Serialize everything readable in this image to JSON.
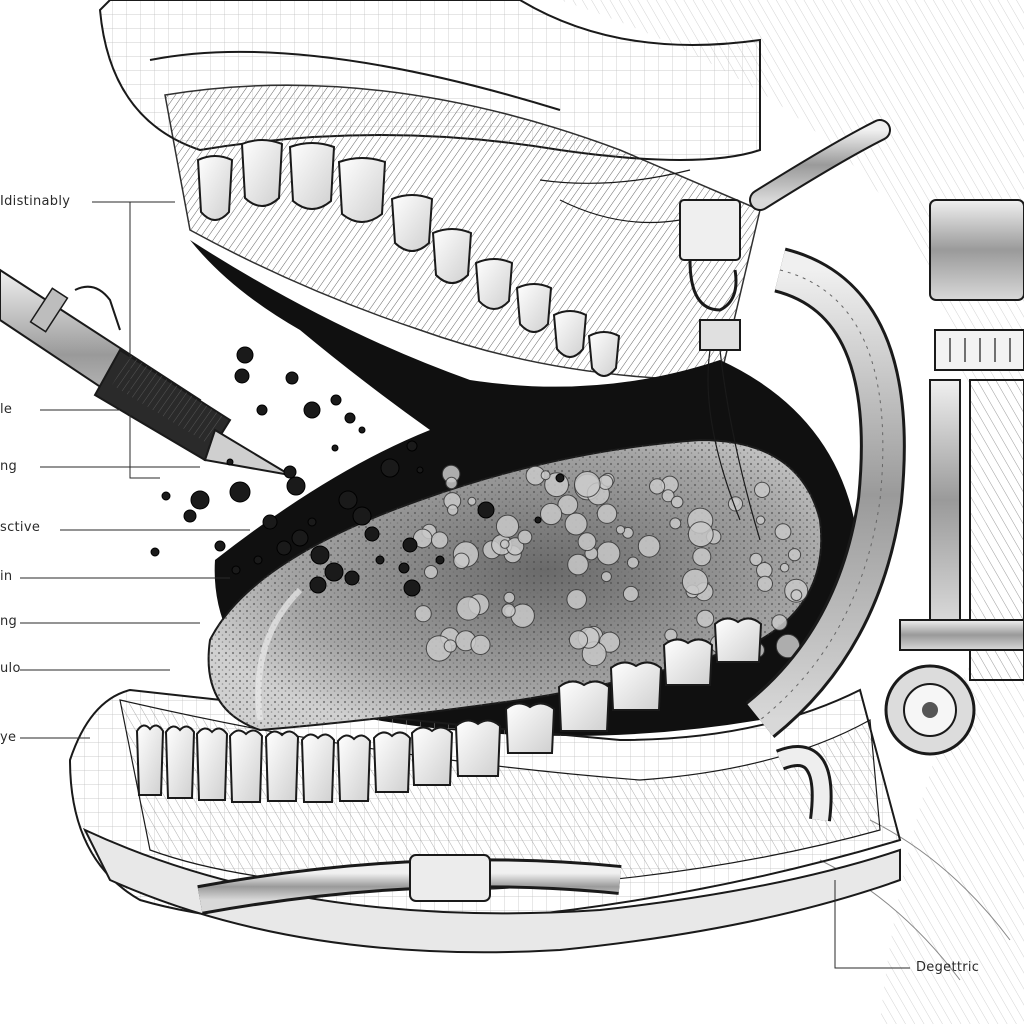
{
  "labels": [
    {
      "text": "Idistinably"
    },
    {
      "text": "le"
    },
    {
      "text": "ng"
    },
    {
      "text": "sctive"
    },
    {
      "text": "in"
    },
    {
      "text": "ng"
    },
    {
      "text": "ulo"
    },
    {
      "text": "ye"
    },
    {
      "text": "Degettric"
    }
  ],
  "colors": {
    "ink": "#1a1a1a",
    "tooth": "#f4f4f2",
    "tongue": "#8c8c8c",
    "cavity": "#0e0e0e",
    "gum": "#d9d9d6",
    "paper": "#ffffff"
  },
  "icons": [
    "probe-instrument-icon",
    "tooth-icon",
    "pipe-icon",
    "valve-wheel-icon"
  ]
}
